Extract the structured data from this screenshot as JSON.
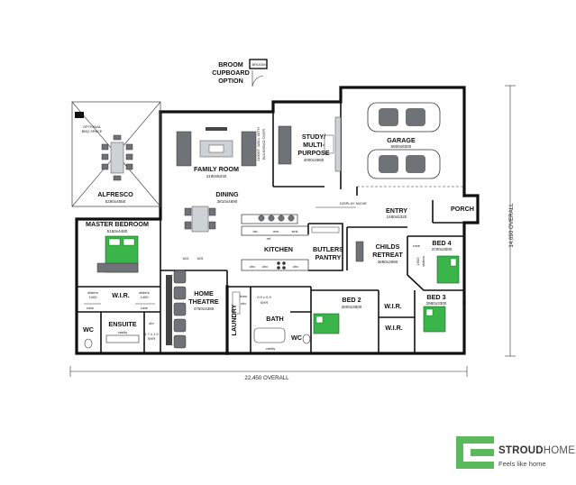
{
  "rooms": {
    "broom": {
      "l1": "BROOM",
      "l2": "CUPBOARD",
      "l3": "OPTION",
      "mini": "BROOM"
    },
    "alfresco": {
      "name": "ALFRESCO",
      "dim": "5280x4550",
      "bbq1": "OPTIONAL",
      "bbq2": "BBQ SPACE"
    },
    "family": {
      "name": "FAMILY ROOM",
      "dim": "4190x8240"
    },
    "study": {
      "l1": "STUDY/",
      "l2": "MULTI-",
      "l3": "PURPOSE",
      "dim": "4000x3660",
      "wall1": "1100HT. WALL WITH",
      "wall2": "BULKHEAD OVER"
    },
    "garage": {
      "name": "GARAGE",
      "dim": "5800x6000"
    },
    "dining": {
      "name": "DINING",
      "dim": "3810x4690"
    },
    "display": {
      "name": "DISPLAY NICHE"
    },
    "entry": {
      "name": "ENTRY",
      "dim": "1480x5320"
    },
    "porch": {
      "name": "PORCH"
    },
    "master": {
      "name": "MASTER BEDROOM",
      "dim": "5150x4480"
    },
    "kitchen": {
      "name": "KITCHEN",
      "dw": "dw",
      "mw": "mw",
      "sink": "sink",
      "ref": "ref",
      "ohc1": "ohc",
      "ohc2": "ohc",
      "ohc3": "ohc"
    },
    "butlers": {
      "l1": "BUTLERS",
      "l2": "PANTRY"
    },
    "childs": {
      "l1": "CHILDS",
      "l2": "RETREAT",
      "dim": "3680x2980"
    },
    "bed4": {
      "name": "BED 4",
      "dim": "3700x3000",
      "robe": "robe",
      "slider": "1600",
      "slider_lbl": "sliders"
    },
    "wir": {
      "name": "W.I.R.",
      "s1": "sliders",
      "s1v": "1400",
      "s2": "sliders",
      "s2v": "1400",
      "robe1": "robe",
      "robe2": "robe"
    },
    "theatre": {
      "l1": "HOME",
      "l2": "THEATRE",
      "dim": "4750x3380",
      "d1": "620",
      "d2": "625"
    },
    "laundry": {
      "name": "LAUNDRY",
      "linen": "linen",
      "ohc": "ohc"
    },
    "bed2": {
      "name": "BED 2",
      "dim": "3000x3500"
    },
    "bed2wir": {
      "name": "W.I.R."
    },
    "bed3wir": {
      "name": "W.I.R."
    },
    "bed3": {
      "name": "BED 3",
      "dim": "2980x3300"
    },
    "ensuite": {
      "name": "ENSUITE",
      "vanity": "vanity",
      "shr1": "1.7 x 1.0",
      "shr2": "SHR",
      "shr_lbl": "shr"
    },
    "wc1": {
      "name": "WC"
    },
    "bath": {
      "name": "BATH",
      "shr1": "0.9 x 0.9",
      "shr2": "SHR",
      "vanity": "vanity"
    },
    "wc2": {
      "name": "WC"
    }
  },
  "dims": {
    "overall_w": "22,450 OVERALL",
    "overall_h": "14,690 OVERALL"
  },
  "brand": {
    "name_bold": "STROUD",
    "name_light": "HOMES",
    "tagline": "Feels like home",
    "color": "#5cb85c"
  }
}
